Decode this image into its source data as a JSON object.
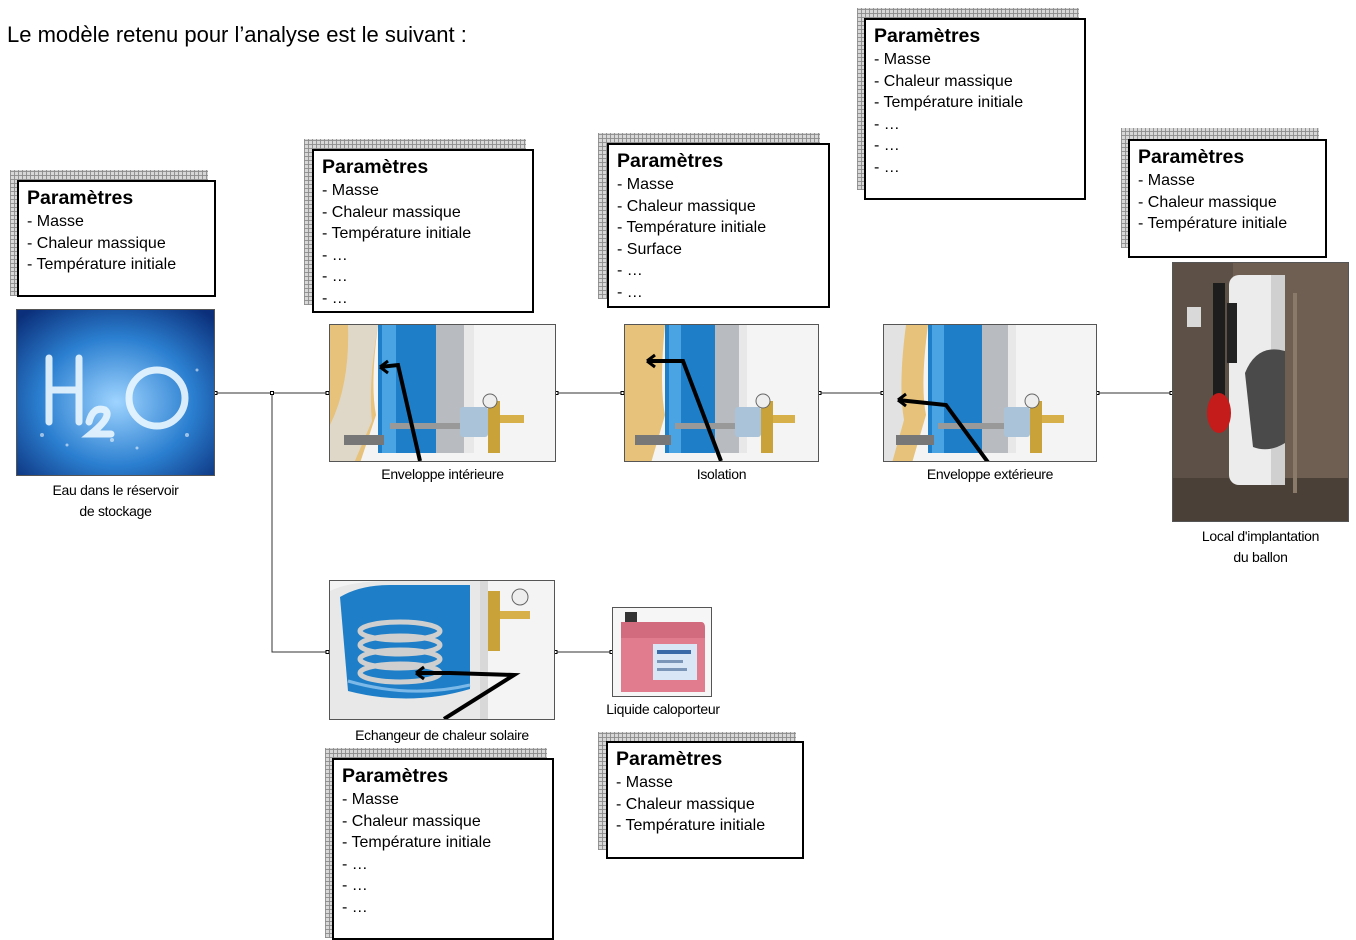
{
  "intro_text": "Le modèle retenu pour l’analyse est le suivant :",
  "param_title": "Paramètres",
  "boxes": {
    "eau": [
      "- Masse",
      "- Chaleur massique",
      "- Température initiale"
    ],
    "env_int": [
      "- Masse",
      "- Chaleur massique",
      "- Température initiale",
      "- …",
      "- …",
      "- …"
    ],
    "isolation": [
      "- Masse",
      "- Chaleur massique",
      "- Température initiale",
      "- Surface",
      "- …",
      "- …"
    ],
    "env_ext": [
      "- Masse",
      "- Chaleur massique",
      "- Température initiale",
      "- …",
      "- …",
      "- …"
    ],
    "local": [
      "- Masse",
      "- Chaleur massique",
      "- Température initiale"
    ],
    "echangeur": [
      "- Masse",
      "- Chaleur massique",
      "- Température initiale",
      "- …",
      "- …",
      "- …"
    ],
    "liquide": [
      "- Masse",
      "- Chaleur massique",
      "- Température initiale"
    ]
  },
  "labels": {
    "eau_1": "Eau dans le réservoir",
    "eau_2": "de stockage",
    "env_int": "Enveloppe intérieure",
    "isolation": "Isolation",
    "env_ext": "Enveloppe extérieure",
    "local_1": "Local d'implantation",
    "local_2": "du ballon",
    "echangeur": "Echangeur de chaleur solaire",
    "liquide": "Liquide caloporteur"
  }
}
